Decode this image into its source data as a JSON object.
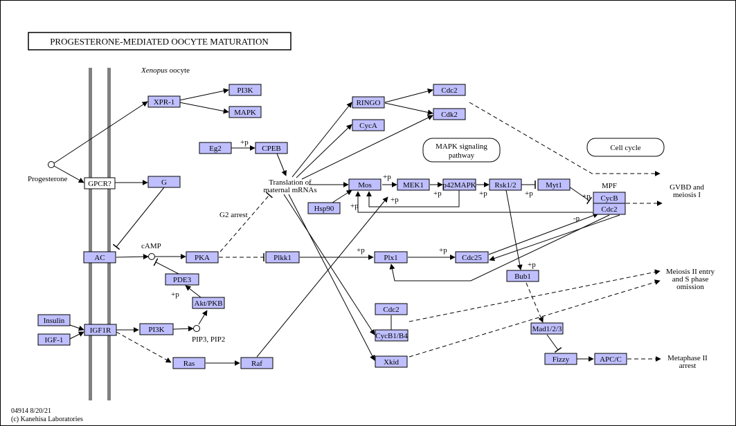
{
  "title": "PROGESTERONE-MEDIATED OOCYTE MATURATION",
  "subtitle_italic": "Xenopus",
  "subtitle_rest": " oocyte",
  "footer": {
    "line1": "04914 8/20/21",
    "line2": "(c) Kanehisa Laboratories"
  },
  "colors": {
    "gene_fill": "#bfbfff",
    "membrane": "#808080",
    "line": "#000000"
  },
  "nodes": {
    "xpr1": "XPR-1",
    "pi3k_top": "PI3K",
    "mapk_top": "MAPK",
    "gpcr": "GPCR?",
    "g": "G",
    "eg2": "Eg2",
    "cpeb": "CPEB",
    "ringo": "RINGO",
    "cyca": "CycA",
    "cdc2_top": "Cdc2",
    "cdk2": "Cdk2",
    "mos": "Mos",
    "mek1": "MEK1",
    "p42mapk": "p42MAPK",
    "rsk12": "Rsk1/2",
    "myt1": "Myt1",
    "cycb": "CycB",
    "cdc2_mpf": "Cdc2",
    "hsp90": "Hsp90",
    "ac": "AC",
    "pka": "PKA",
    "plkk1": "Plkk1",
    "plx1": "Plx1",
    "cdc25": "Cdc25",
    "pde3": "PDE3",
    "aktpkb": "Akt/PKB",
    "bub1": "Bub1",
    "insulin": "Insulin",
    "igf1": "IGF-1",
    "igf1r": "IGF1R",
    "pi3k_bottom": "PI3K",
    "cdc2_lower": "Cdc2",
    "cycb1b4": "CycB1/B4",
    "mad123": "Mad1/2/3",
    "ras": "Ras",
    "raf": "Raf",
    "xkid": "Xkid",
    "fizzy": "Fizzy",
    "apcc": "APC/C"
  },
  "pathways": {
    "mapk_line1": "MAPK signaling",
    "mapk_line2": "pathway",
    "cellcycle": "Cell cycle"
  },
  "labels": {
    "progesterone": "Progesterone",
    "camp": "cAMP",
    "pip": "PIP3, PIP2",
    "translation1": "Translation of",
    "translation2": "maternal mRNAs",
    "g2arrest": "G2 arrest",
    "mpf": "MPF",
    "gvbd1": "GVBD and",
    "gvbd2": "meiosis I",
    "meiosis1": "Meiosis II entry",
    "meiosis2": "and S phase",
    "meiosis3": "omission",
    "meta1": "Metaphase II",
    "meta2": "arrest",
    "p_eg2": "+p",
    "p_mos": "+p",
    "p_mek": "+p",
    "p_mapk": "+p",
    "p_rsk": "+p",
    "p_myt": "+p",
    "p_hsp": "+p",
    "p_mpf": "+p",
    "m_mpf": "-p",
    "p_plx": "+p",
    "p_cdc25": "+p",
    "p_pde": "+p",
    "p_bub": "+p"
  }
}
